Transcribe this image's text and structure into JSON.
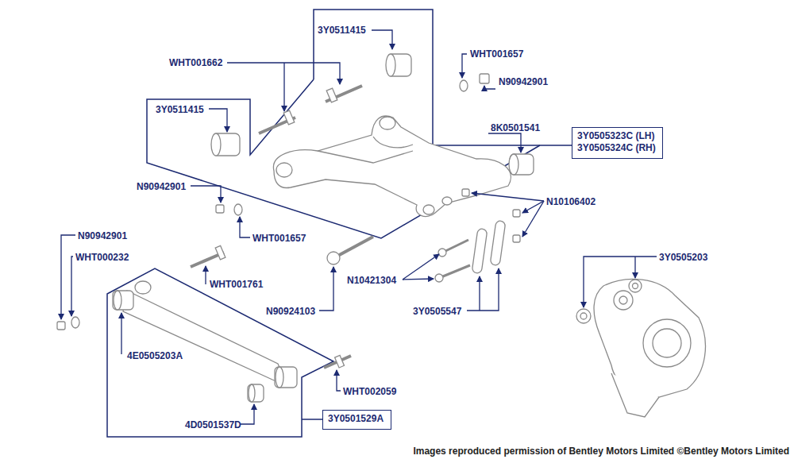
{
  "diagram": {
    "caption": "Images reproduced permission of Bentley Motors Limited ©Bentley Motors Limited",
    "nodes": [
      {
        "text": [
          "3Y0505323C (LH)",
          "3Y0505324C (RH)"
        ]
      },
      {
        "text": [
          "3Y0501529A"
        ]
      }
    ],
    "labels": [
      "3Y0511415",
      "WHT001662",
      "WHT001657",
      "N90942901",
      "3Y0511415",
      "8K0501541",
      "N90942901",
      "N10106402",
      "WHT001657",
      "N90942901",
      "WHT000232",
      "3Y0505203",
      "WHT001761",
      "N10421304",
      "N90924103",
      "3Y0505547",
      "4E0505203A",
      "WHT002059",
      "4D0501537D"
    ]
  }
}
